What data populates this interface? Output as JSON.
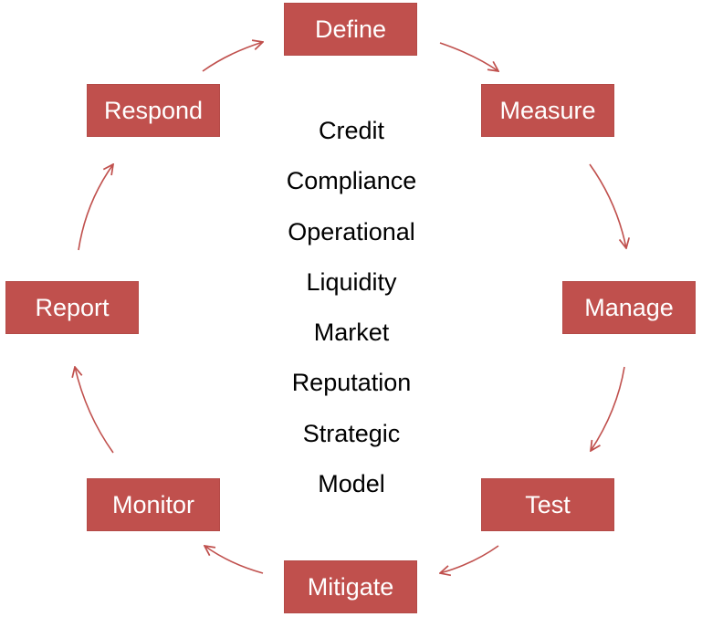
{
  "cycle_steps": {
    "define": "Define",
    "measure": "Measure",
    "manage": "Manage",
    "test": "Test",
    "mitigate": "Mitigate",
    "monitor": "Monitor",
    "report": "Report",
    "respond": "Respond"
  },
  "risk_types": [
    "Credit",
    "Compliance",
    "Operational",
    "Liquidity",
    "Market",
    "Reputation",
    "Strategic",
    "Model"
  ],
  "colors": {
    "box_fill": "#c0504d",
    "box_text": "#ffffff",
    "arrow": "#c0504d",
    "center_text": "#000000"
  }
}
